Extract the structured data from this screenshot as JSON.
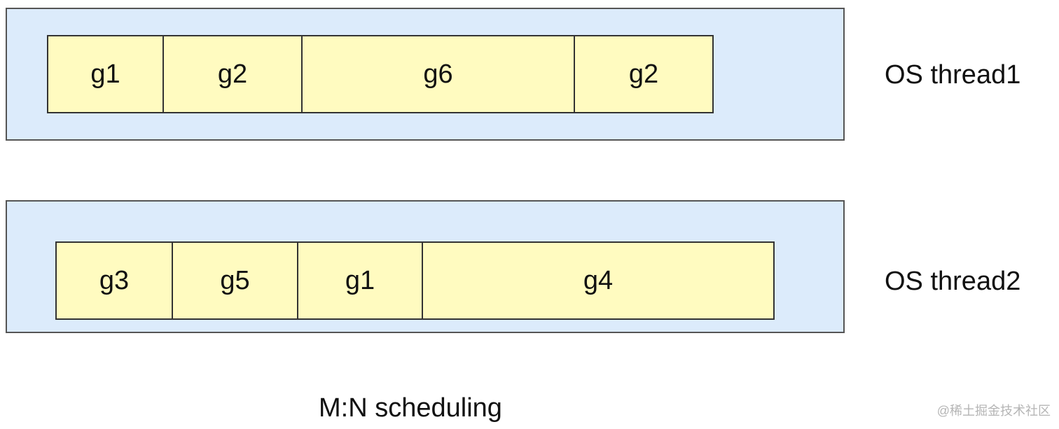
{
  "threads": [
    {
      "label": "OS thread1",
      "goroutines": [
        "g1",
        "g2",
        "g6",
        "g2"
      ]
    },
    {
      "label": "OS thread2",
      "goroutines": [
        "g3",
        "g5",
        "g1",
        "g4"
      ]
    }
  ],
  "caption": "M:N scheduling",
  "watermark": "@稀土掘金技术社区",
  "colors": {
    "thread_fill": "#dcebfb",
    "slot_fill": "#fffbc0",
    "border": "#333333"
  }
}
